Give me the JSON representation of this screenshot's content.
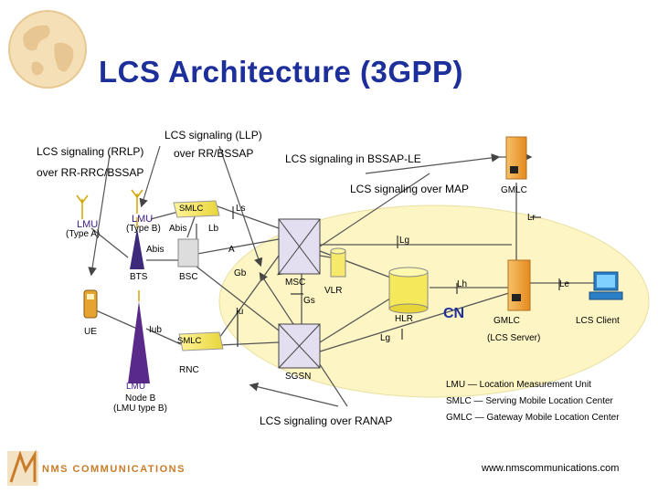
{
  "title": "LCS Architecture (3GPP)",
  "signaling": {
    "llp": "LCS signaling (LLP)",
    "rrlp": "LCS signaling (RRLP)",
    "over_rr_bssap": "over RR/BSSAP",
    "over_rr_rrc": "over RR-RRC/BSSAP",
    "bssap_le": "LCS signaling in BSSAP-LE",
    "over_map": "LCS signaling over MAP",
    "over_ranap": "LCS signaling over RANAP"
  },
  "nodes": {
    "lmu_a": "LMU",
    "lmu_a_type": "(Type A)",
    "lmu_b": "LMU",
    "lmu_b_type": "(Type B)",
    "smlc_top": "SMLC",
    "bts": "BTS",
    "bsc": "BSC",
    "ue": "UE",
    "smlc_bottom": "SMLC",
    "rnc": "RNC",
    "lmu_nodeb": "LMU",
    "node_b": "Node B",
    "lmu_type_b": "(LMU type B)",
    "msc": "MSC",
    "vlr": "VLR",
    "sgsn": "SGSN",
    "hlr": "HLR",
    "cn": "CN",
    "gmlc_top": "GMLC",
    "gmlc": "GMLC",
    "lcs_server": "(LCS Server)",
    "lcs_client": "LCS Client"
  },
  "interfaces": {
    "abis1": "Abis",
    "abis2": "Abis",
    "lb": "Lb",
    "ls": "Ls",
    "a": "A",
    "gb": "Gb",
    "gs": "Gs",
    "iu": "Iu",
    "iub": "Iub",
    "lg1": "Lg",
    "lg2": "Lg",
    "lh": "Lh",
    "lr": "Lr",
    "le": "Le"
  },
  "legend": {
    "lmu": "LMU — Location Measurement Unit",
    "smlc": "SMLC — Serving Mobile Location Center",
    "gmlc": "GMLC — Gateway Mobile Location Center"
  },
  "footer": {
    "logo": "NMS COMMUNICATIONS",
    "url": "www.nmscommunications.com"
  },
  "colors": {
    "title": "#1d2f9a",
    "cn_area": "#fdf6c4",
    "node_orange": "#f2a233",
    "lmu_purple": "#6a2f9a"
  }
}
